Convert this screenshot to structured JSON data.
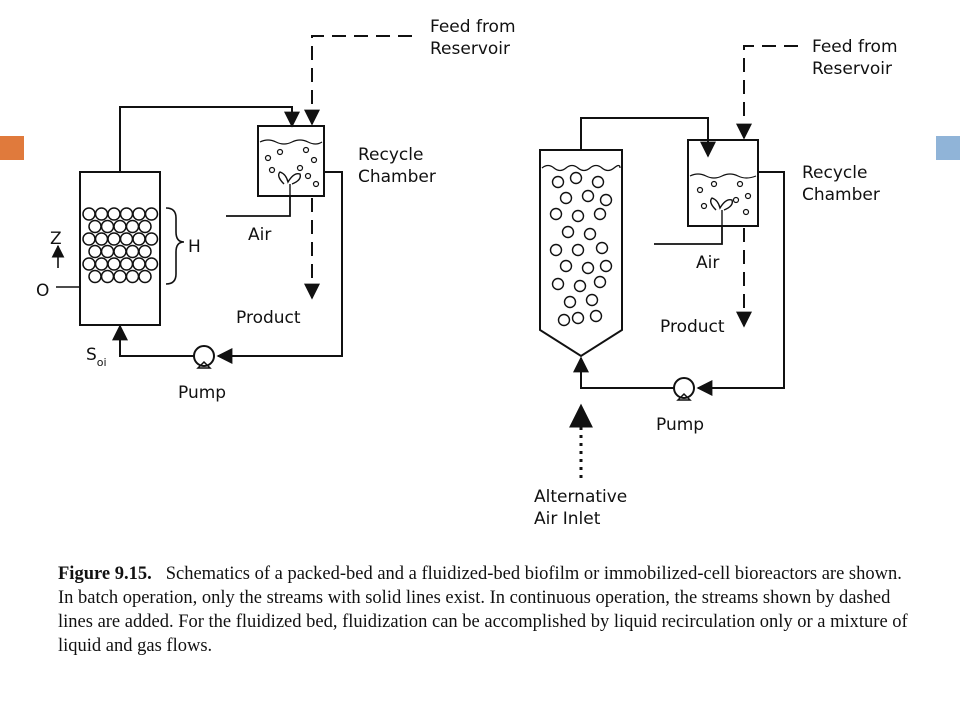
{
  "accent": {
    "left_square": "#e07a3c",
    "right_square": "#90b4d8"
  },
  "left": {
    "feed": "Feed from\nReservoir",
    "recycle": "Recycle\nChamber",
    "air": "Air",
    "product": "Product",
    "pump": "Pump",
    "z": "Z",
    "zero": "O",
    "h": "H",
    "inlet": "S",
    "inlet_sub": "oi"
  },
  "right": {
    "feed": "Feed from\nReservoir",
    "recycle": "Recycle\nChamber",
    "air": "Air",
    "product": "Product",
    "pump": "Pump",
    "alt_air": "Alternative\nAir Inlet"
  },
  "caption": {
    "figure": "Figure 9.15.",
    "text": "Schematics of a packed-bed and a fluidized-bed biofilm or immobilized-cell bioreactors are shown. In batch operation, only the streams with solid lines exist. In continuous operation, the streams shown by dashed lines are added. For the fluidized bed, fluidization can be accomplished by liquid recirculation only or a mixture of liquid and gas flows."
  }
}
